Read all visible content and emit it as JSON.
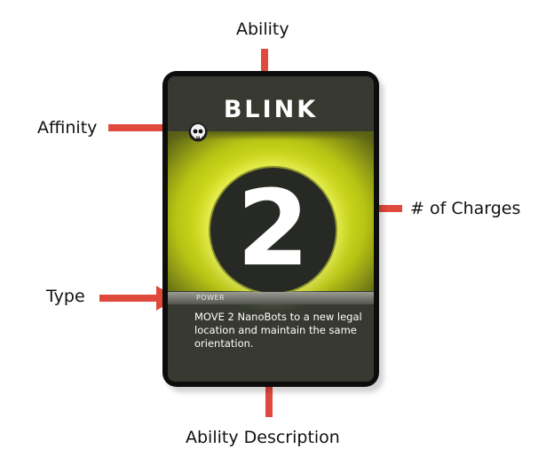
{
  "callouts": {
    "ability": "Ability",
    "affinity": "Affinity",
    "charges": "# of Charges",
    "type": "Type",
    "description": "Ability Description"
  },
  "card": {
    "ability_name": "BLINK",
    "charges": "2",
    "type": "POWER",
    "description": "MOVE 2 NanoBots to a new legal location and maintain the same orientation.",
    "affinity_icon": "skull-icon"
  },
  "colors": {
    "arrow": "#e04a3c",
    "card_frame": "#0d0d0d",
    "glow": "#e4ee22"
  }
}
